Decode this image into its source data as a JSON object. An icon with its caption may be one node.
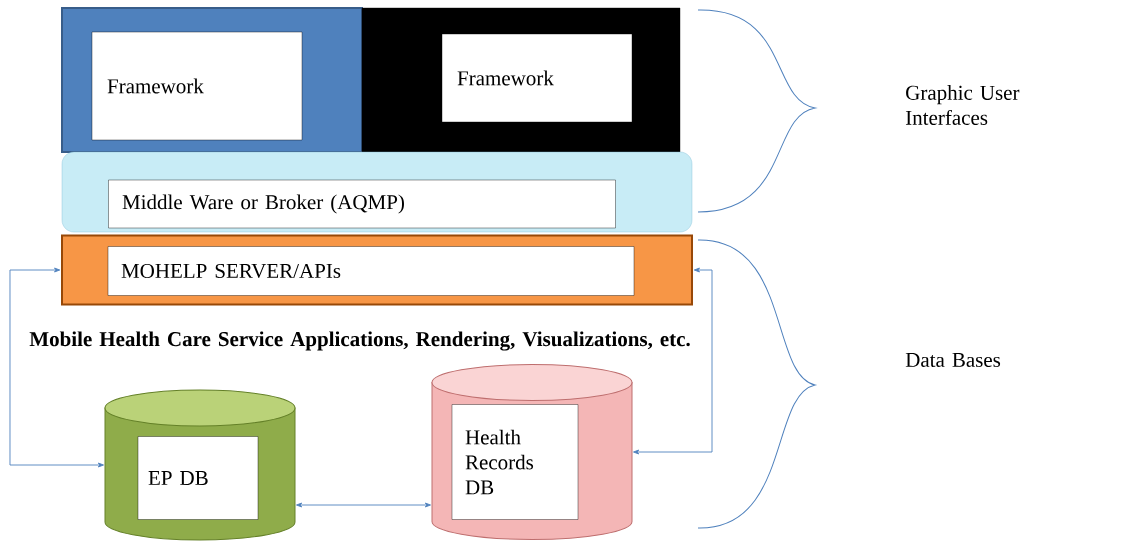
{
  "diagram": {
    "nodes": [
      {
        "text": [],
        "shape": "box"
      },
      {
        "text": [
          "Framework"
        ],
        "in": 0
      },
      {
        "text": [],
        "shape": "box"
      },
      {
        "text": [
          "Framework"
        ],
        "in": 2
      },
      {
        "text": [],
        "shape": "box"
      },
      {
        "text": [
          "Middle Ware or Broker (AQMP)"
        ],
        "in": 4
      },
      {
        "text": [],
        "shape": "box"
      },
      {
        "text": [
          "MOHELP SERVER/APIs"
        ],
        "in": 6
      },
      {
        "text": [],
        "shape": "cylinder"
      },
      {
        "text": [
          "EP DB"
        ],
        "in": 8
      },
      {
        "text": [],
        "shape": "cylinder"
      },
      {
        "text": [
          "Health Records DB"
        ],
        "in": 10
      }
    ],
    "edges": [
      {
        "from": 6,
        "to": 8,
        "arrow": "both"
      },
      {
        "from": 10,
        "to": 6,
        "arrow": "both"
      },
      {
        "from": 8,
        "to": 10,
        "arrow": "both"
      }
    ],
    "labels": [
      "Mobile Health Care Service Applications, Rendering, Visualizations, etc.",
      "Graphic User Interfaces",
      "Data Bases"
    ]
  }
}
